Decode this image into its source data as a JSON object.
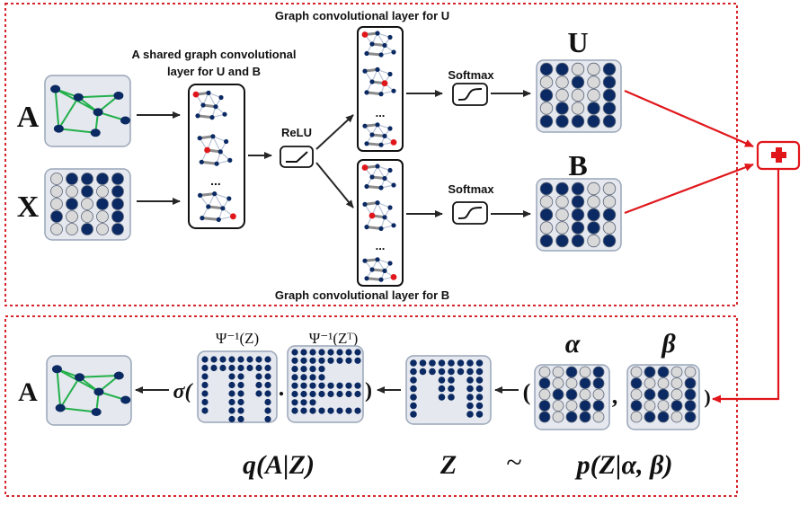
{
  "titles": {
    "gcl_u": "Graph convolutional layer for U",
    "gcl_b": "Graph convolutional layer for B",
    "shared_line1": "A shared graph convolutional",
    "shared_line2": "layer for U and B"
  },
  "inputs": {
    "a": "A",
    "x": "X"
  },
  "ops": {
    "relu": "ReLU",
    "softmax_u": "Softmax",
    "softmax_b": "Softmax",
    "ellipsis": "..."
  },
  "outputs": {
    "u": "U",
    "b": "B"
  },
  "decoder": {
    "a_out": "A",
    "sigma_open": "σ(",
    "psi_inv_z": "Ψ⁻¹(Z)",
    "psi_inv_zt": "Ψ⁻¹(Zᵀ)",
    "dot": ".",
    "close_paren": ")",
    "alpha": "α",
    "beta": "β",
    "open_paren": "(",
    "comma": ",",
    "close_paren2": ")",
    "q_formula": "q(A|Z)",
    "z": "Z",
    "tilde": "~",
    "p_formula": "p(Z|α, β)"
  },
  "colors": {
    "dark_blue": "#0b2a63",
    "light_gray": "#d9d9d9",
    "panel_bg": "#e5e8ee",
    "red": "#e0161b",
    "green": "#22b04b",
    "border_red": "#d6252a"
  },
  "icons": {
    "plus": "plus-icon",
    "relu": "relu-icon",
    "softmax": "sigmoid-icon"
  }
}
